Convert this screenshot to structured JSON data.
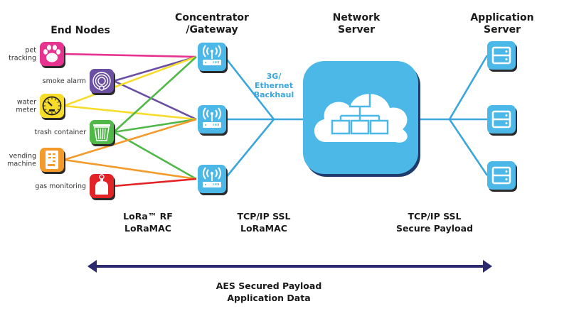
{
  "headers": {
    "end_nodes": "End Nodes",
    "gateway_line1": "Concentrator",
    "gateway_line2": "/Gateway",
    "network_line1": "Network",
    "network_line2": "Server",
    "app_line1": "Application",
    "app_line2": "Server"
  },
  "end_nodes": [
    {
      "label_lines": [
        "pet",
        "tracking"
      ],
      "icon": "paw-icon",
      "color": "#e6338f",
      "links": [
        0
      ]
    },
    {
      "label_lines": [
        "smoke alarm"
      ],
      "icon": "smoke-alarm-icon",
      "color": "#6a4fa3",
      "links": [
        0,
        1
      ]
    },
    {
      "label_lines": [
        "water",
        "meter"
      ],
      "icon": "meter-gauge-icon",
      "color": "#f7dc2b",
      "links": [
        0,
        1
      ]
    },
    {
      "label_lines": [
        "trash container"
      ],
      "icon": "trash-can-icon",
      "color": "#4fb848",
      "links": [
        0,
        1,
        2
      ]
    },
    {
      "label_lines": [
        "vending",
        "machine"
      ],
      "icon": "vending-machine-icon",
      "color": "#f39a2b",
      "links": [
        1,
        2
      ]
    },
    {
      "label_lines": [
        "gas monitoring"
      ],
      "icon": "gas-tank-icon",
      "color": "#e32426",
      "links": [
        2
      ]
    }
  ],
  "gateways": [
    {
      "icon": "wifi-router-icon"
    },
    {
      "icon": "wifi-router-icon"
    },
    {
      "icon": "wifi-router-icon"
    }
  ],
  "backhaul": {
    "line1": "3G/",
    "line2": "Ethernet",
    "line3": "Backhaul"
  },
  "network_server": {
    "icon": "cloud-network-icon"
  },
  "app_servers": [
    {
      "icon": "server-icon"
    },
    {
      "icon": "server-icon"
    },
    {
      "icon": "server-icon"
    }
  ],
  "protocols": {
    "rf_line1": "LoRa™ RF",
    "rf_line2": "LoRaMAC",
    "gw_line1": "TCP/IP SSL",
    "gw_line2": "LoRaMAC",
    "app_line1": "TCP/IP SSL",
    "app_line2": "Secure Payload"
  },
  "aes": {
    "line1": "AES Secured Payload",
    "line2": "Application Data"
  },
  "colors": {
    "blue": "#4cb8e8",
    "blue_shadow": "#1f3b6e",
    "link_blue": "#3aa6dc",
    "arrow": "#2b2a6e"
  }
}
